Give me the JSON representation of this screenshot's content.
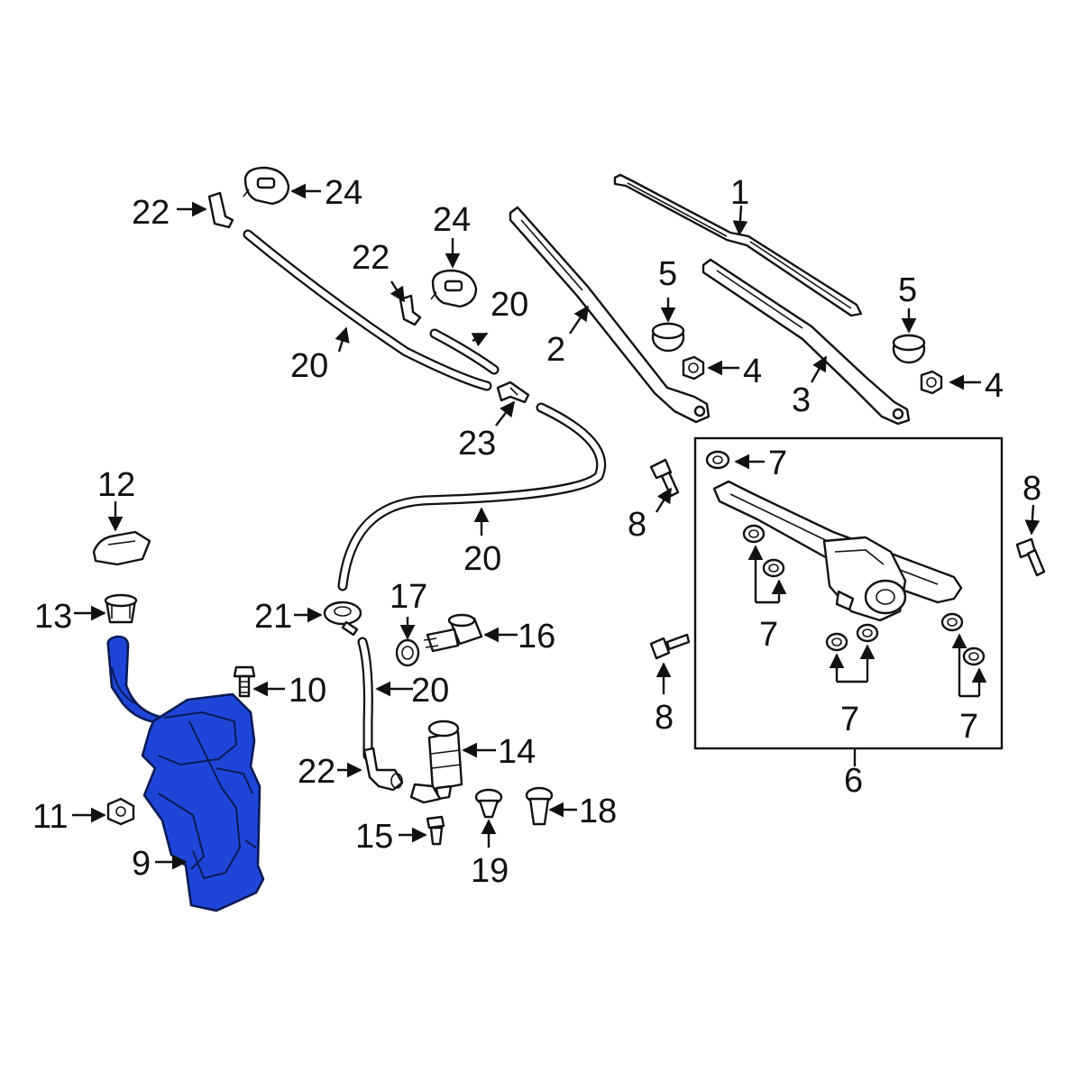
{
  "accent_color": "#1f45d8",
  "labels": {
    "n1": "1",
    "n2": "2",
    "n3": "3",
    "n4a": "4",
    "n4b": "4",
    "n5a": "5",
    "n5b": "5",
    "n6": "6",
    "n7a": "7",
    "n7b": "7",
    "n7c": "7",
    "n7d": "7",
    "n8a": "8",
    "n8b": "8",
    "n8c": "8",
    "n9": "9",
    "n10": "10",
    "n11": "11",
    "n12": "12",
    "n13": "13",
    "n14": "14",
    "n15": "15",
    "n16": "16",
    "n17": "17",
    "n18": "18",
    "n19": "19",
    "n20a": "20",
    "n20b": "20",
    "n20c": "20",
    "n20d": "20",
    "n21": "21",
    "n22a": "22",
    "n22b": "22",
    "n22c": "22",
    "n23": "23",
    "n24a": "24",
    "n24b": "24"
  }
}
